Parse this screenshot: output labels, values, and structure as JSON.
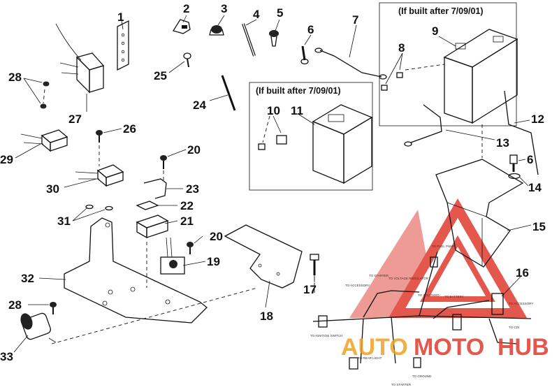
{
  "callouts": [
    {
      "n": "1"
    },
    {
      "n": "2"
    },
    {
      "n": "3"
    },
    {
      "n": "4"
    },
    {
      "n": "5"
    },
    {
      "n": "6"
    },
    {
      "n": "7"
    },
    {
      "n": "8"
    },
    {
      "n": "9"
    },
    {
      "n": "10"
    },
    {
      "n": "11"
    },
    {
      "n": "12"
    },
    {
      "n": "13"
    },
    {
      "n": "6"
    },
    {
      "n": "14"
    },
    {
      "n": "15"
    },
    {
      "n": "16"
    },
    {
      "n": "17"
    },
    {
      "n": "18"
    },
    {
      "n": "19"
    },
    {
      "n": "20"
    },
    {
      "n": "20"
    },
    {
      "n": "21"
    },
    {
      "n": "22"
    },
    {
      "n": "23"
    },
    {
      "n": "24"
    },
    {
      "n": "25"
    },
    {
      "n": "26"
    },
    {
      "n": "27"
    },
    {
      "n": "28"
    },
    {
      "n": "28"
    },
    {
      "n": "29"
    },
    {
      "n": "30"
    },
    {
      "n": "31"
    },
    {
      "n": "32"
    },
    {
      "n": "33"
    }
  ],
  "notes": {
    "built_after_right": "(If built after 7/09/01)",
    "built_after_left": "(If built after 7/09/01)"
  },
  "watermark": {
    "part1": "AUTO",
    "part2": "MOTO",
    "part3": "HUB",
    "color_red": "#e03a2f",
    "color_orange": "#f0a020"
  },
  "harness_labels": [
    {
      "t": "TO FUEL PUMP"
    },
    {
      "t": "TO ACCESSORY"
    },
    {
      "t": "TO STARTER"
    },
    {
      "t": "TO VOLTAGE REGULATOR"
    },
    {
      "t": "TO SOLENOID"
    },
    {
      "t": "TO BATTERY"
    },
    {
      "t": "TO ACCESSORY"
    },
    {
      "t": "TO CDI"
    },
    {
      "t": "TO IGNITION SWITCH"
    },
    {
      "t": "TO REAR LIGHT"
    },
    {
      "t": "TO STARTER"
    },
    {
      "t": "TO GROUND"
    }
  ]
}
